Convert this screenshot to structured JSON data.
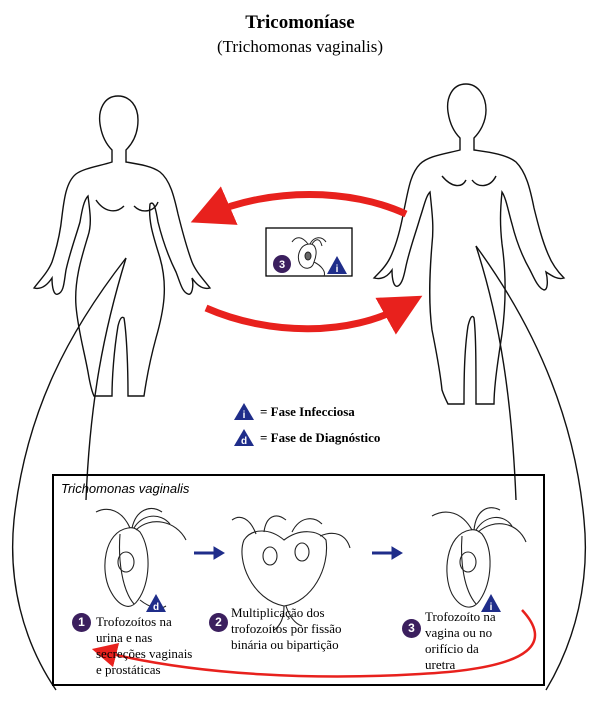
{
  "header": {
    "title": "Tricomoníase",
    "subtitle": "(Trichomonas vaginalis)"
  },
  "colors": {
    "cycle_arrow": "#e8211d",
    "stage_badge": "#3b1f5e",
    "phase_triangle": "#1f2d8a",
    "step_arrow": "#1f2d8a"
  },
  "center_icon": {
    "stage_number": "3",
    "phase_letter": "i"
  },
  "legend": {
    "infective": {
      "symbol": "i",
      "label": "= Fase Infecciosa"
    },
    "diagnostic": {
      "symbol": "d",
      "label": "= Fase de Diagnóstico"
    }
  },
  "inset": {
    "title": "Trichomonas vaginalis",
    "stages": [
      {
        "number": "1",
        "phase": "d",
        "caption": [
          "Trofozoítos na",
          "urina e nas",
          "secreções vaginais",
          "e prostáticas"
        ]
      },
      {
        "number": "2",
        "phase": "",
        "caption": [
          "Multiplicação dos",
          "trofozoítos por fissão",
          "binária ou bipartição"
        ]
      },
      {
        "number": "3",
        "phase": "i",
        "caption": [
          "Trofozoíto na",
          "vagina ou no",
          "orifício da",
          "uretra"
        ]
      }
    ]
  }
}
